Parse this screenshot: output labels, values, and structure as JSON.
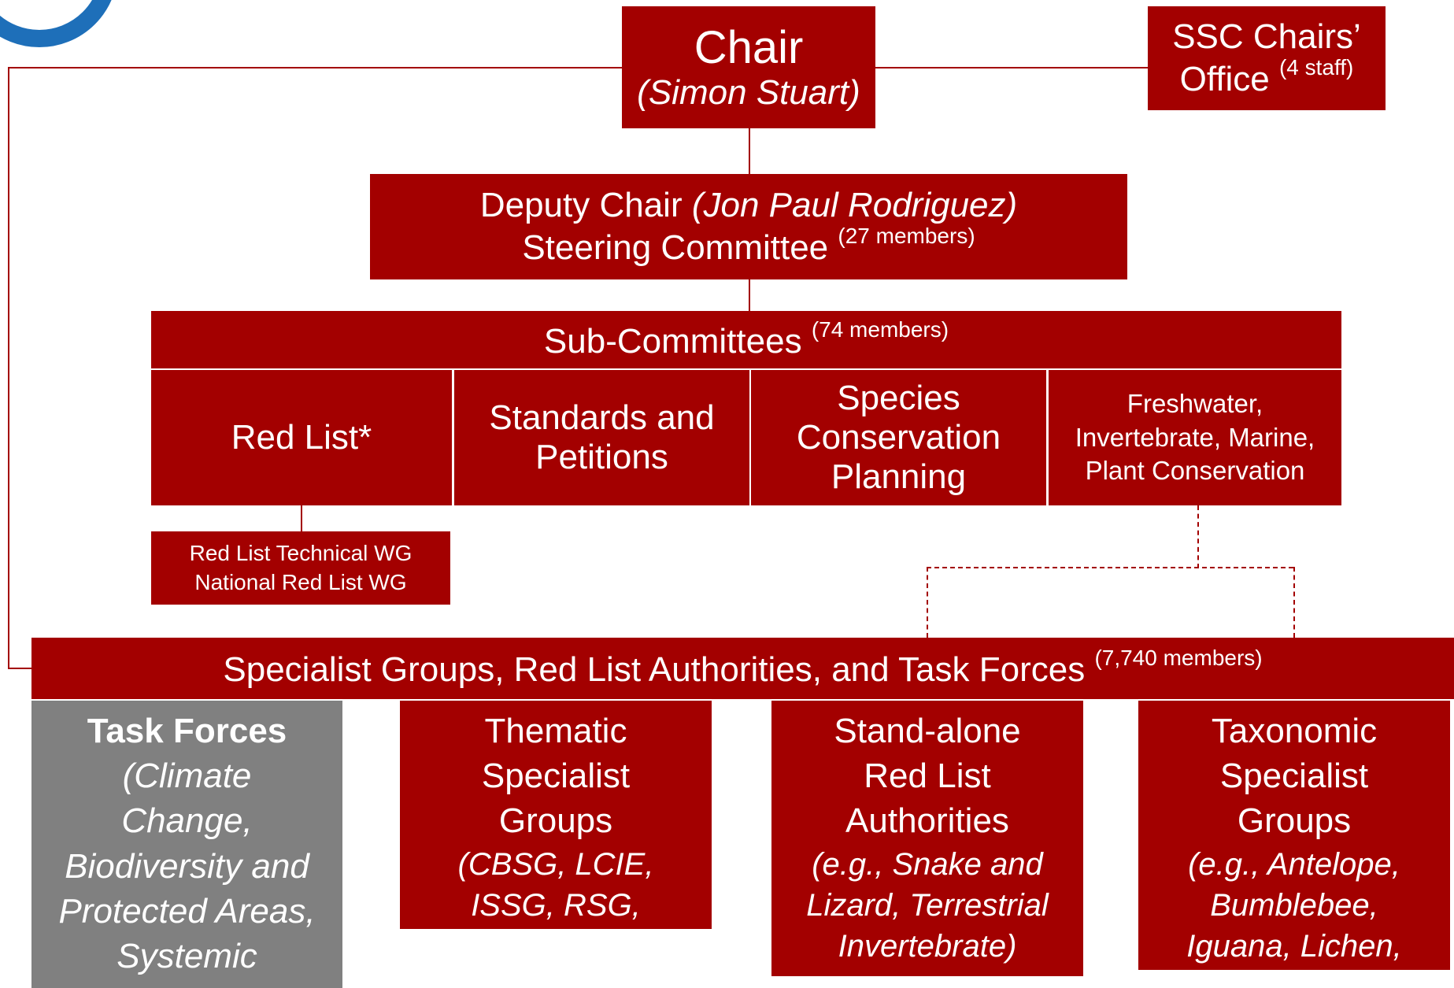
{
  "chair": {
    "title": "Chair",
    "name": "(Simon Stuart)"
  },
  "office": {
    "line1": "SSC Chairs’",
    "line2": "Office",
    "staff": "(4 staff)"
  },
  "deputy": {
    "title": "Deputy Chair",
    "name": "(Jon Paul Rodriguez)",
    "committee": "Steering Committee",
    "members": "(27 members)"
  },
  "subcommittees": {
    "header": "Sub-Committees",
    "members": "(74 members)",
    "items": [
      {
        "label": "Red List*"
      },
      {
        "line1": "Standards and",
        "line2": "Petitions"
      },
      {
        "line1": "Species",
        "line2": "Conservation",
        "line3": "Planning"
      },
      {
        "line1": "Freshwater,",
        "line2": "Invertebrate, Marine,",
        "line3": "Plant Conservation"
      }
    ]
  },
  "working_groups": {
    "line1": "Red List Technical WG",
    "line2": "National Red List WG"
  },
  "specialist_bar": {
    "label": "Specialist Groups, Red List Authorities, and Task Forces",
    "members": "(7,740 members)"
  },
  "groups": [
    {
      "title": "Task Forces",
      "lines": [
        "(Climate",
        "Change,",
        "Biodiversity and",
        "Protected Areas,",
        "Systemic"
      ]
    },
    {
      "title_lines": [
        "Thematic",
        "Specialist",
        "Groups"
      ],
      "lines": [
        "(CBSG, LCIE,",
        "ISSG, RSG,"
      ]
    },
    {
      "title_lines": [
        "Stand-alone",
        "Red List",
        "Authorities"
      ],
      "lines": [
        "(e.g., Snake and",
        "Lizard, Terrestrial",
        "Invertebrate)"
      ]
    },
    {
      "title_lines": [
        "Taxonomic",
        "Specialist",
        "Groups"
      ],
      "lines": [
        "(e.g., Antelope,",
        "Bumblebee,",
        "Iguana, Lichen,"
      ]
    }
  ],
  "colors": {
    "box": "#a30000",
    "task_force_box": "#808080",
    "logo": "#1e6fb9"
  }
}
